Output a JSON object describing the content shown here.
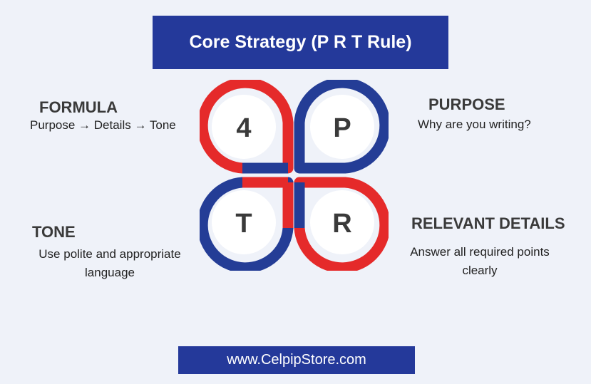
{
  "title": "Core Strategy (P R T Rule)",
  "formula": {
    "heading": "FORMULA",
    "text": "Purpose → Details → Tone"
  },
  "purpose": {
    "heading": "PURPOSE",
    "text": "Why are you writing?"
  },
  "tone": {
    "heading": "TONE",
    "line1": "Use polite and appropriate",
    "line2": "language"
  },
  "details": {
    "heading": "RELEVANT DETAILS",
    "line1": "Answer all required points",
    "line2": "clearly"
  },
  "graphic": {
    "top_left": "4",
    "top_right": "P",
    "bottom_left": "T",
    "bottom_right": "R",
    "colors": {
      "red": "#e52a2a",
      "blue": "#243d96"
    }
  },
  "footer": "www.CelpipStore.com"
}
